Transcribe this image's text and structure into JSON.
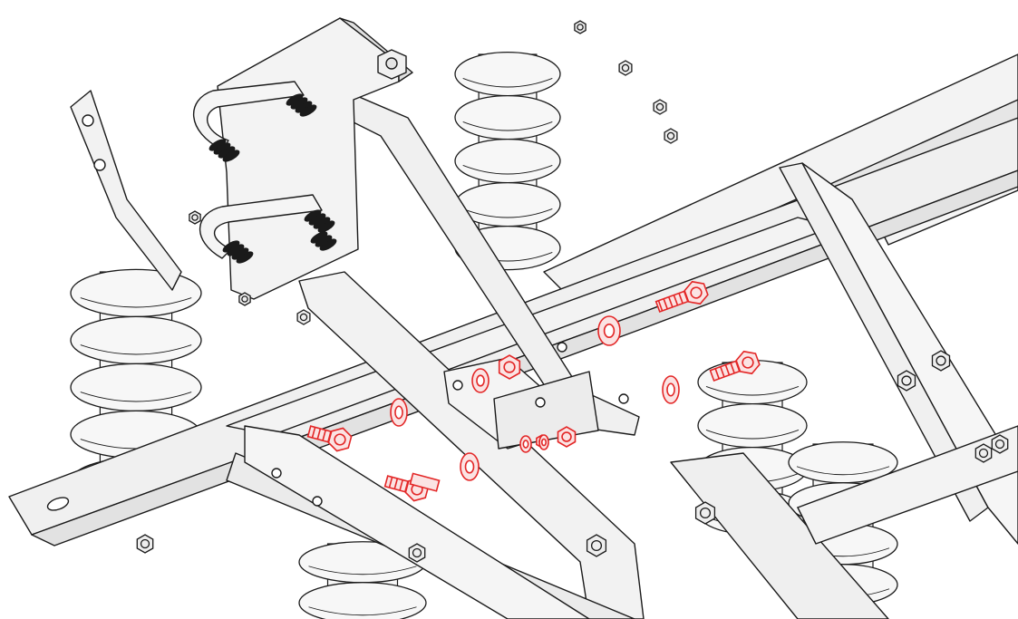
{
  "figure": {
    "colors": {
      "background": "#ffffff",
      "part_fill": "#efefef",
      "part_fill_light": "#f7f7f7",
      "outline": "#1a1a1a",
      "highlight": "#e32626",
      "highlight_fill": "#fbe3e3",
      "thread": "#1a1a1a"
    },
    "highlighted_hardware": {
      "bolts": 5,
      "nuts": 3,
      "washers": 7
    }
  }
}
